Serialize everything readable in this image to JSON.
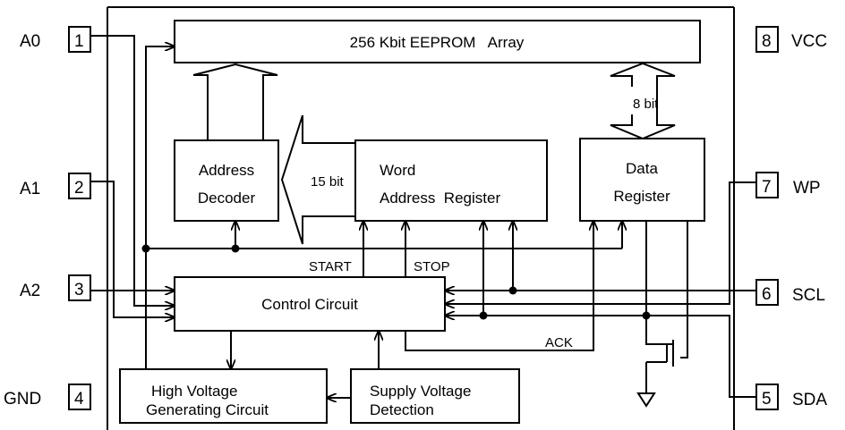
{
  "pins": {
    "a0": {
      "name": "A0",
      "num": "1"
    },
    "a1": {
      "name": "A1",
      "num": "2"
    },
    "a2": {
      "name": "A2",
      "num": "3"
    },
    "gnd": {
      "name": "GND",
      "num": "4"
    },
    "vcc": {
      "name": "VCC",
      "num": "8"
    },
    "wp": {
      "name": "WP",
      "num": "7"
    },
    "scl": {
      "name": "SCL",
      "num": "6"
    },
    "sda": {
      "name": "SDA",
      "num": "5"
    }
  },
  "blocks": {
    "eeprom": "256 Kbit EEPROM   Array",
    "address_decoder": [
      "Address",
      "Decoder"
    ],
    "word_address_register": [
      "Word",
      "Address  Register"
    ],
    "data_register": [
      "Data",
      "Register"
    ],
    "control_circuit": "Control Circuit",
    "high_voltage": [
      "High Voltage",
      "Generating Circuit"
    ],
    "supply_voltage": [
      "Supply Voltage",
      "Detection"
    ]
  },
  "labels": {
    "bus_15": "15 bit",
    "bus_8": "8 bit",
    "start": "START",
    "stop": "STOP",
    "ack": "ACK"
  }
}
